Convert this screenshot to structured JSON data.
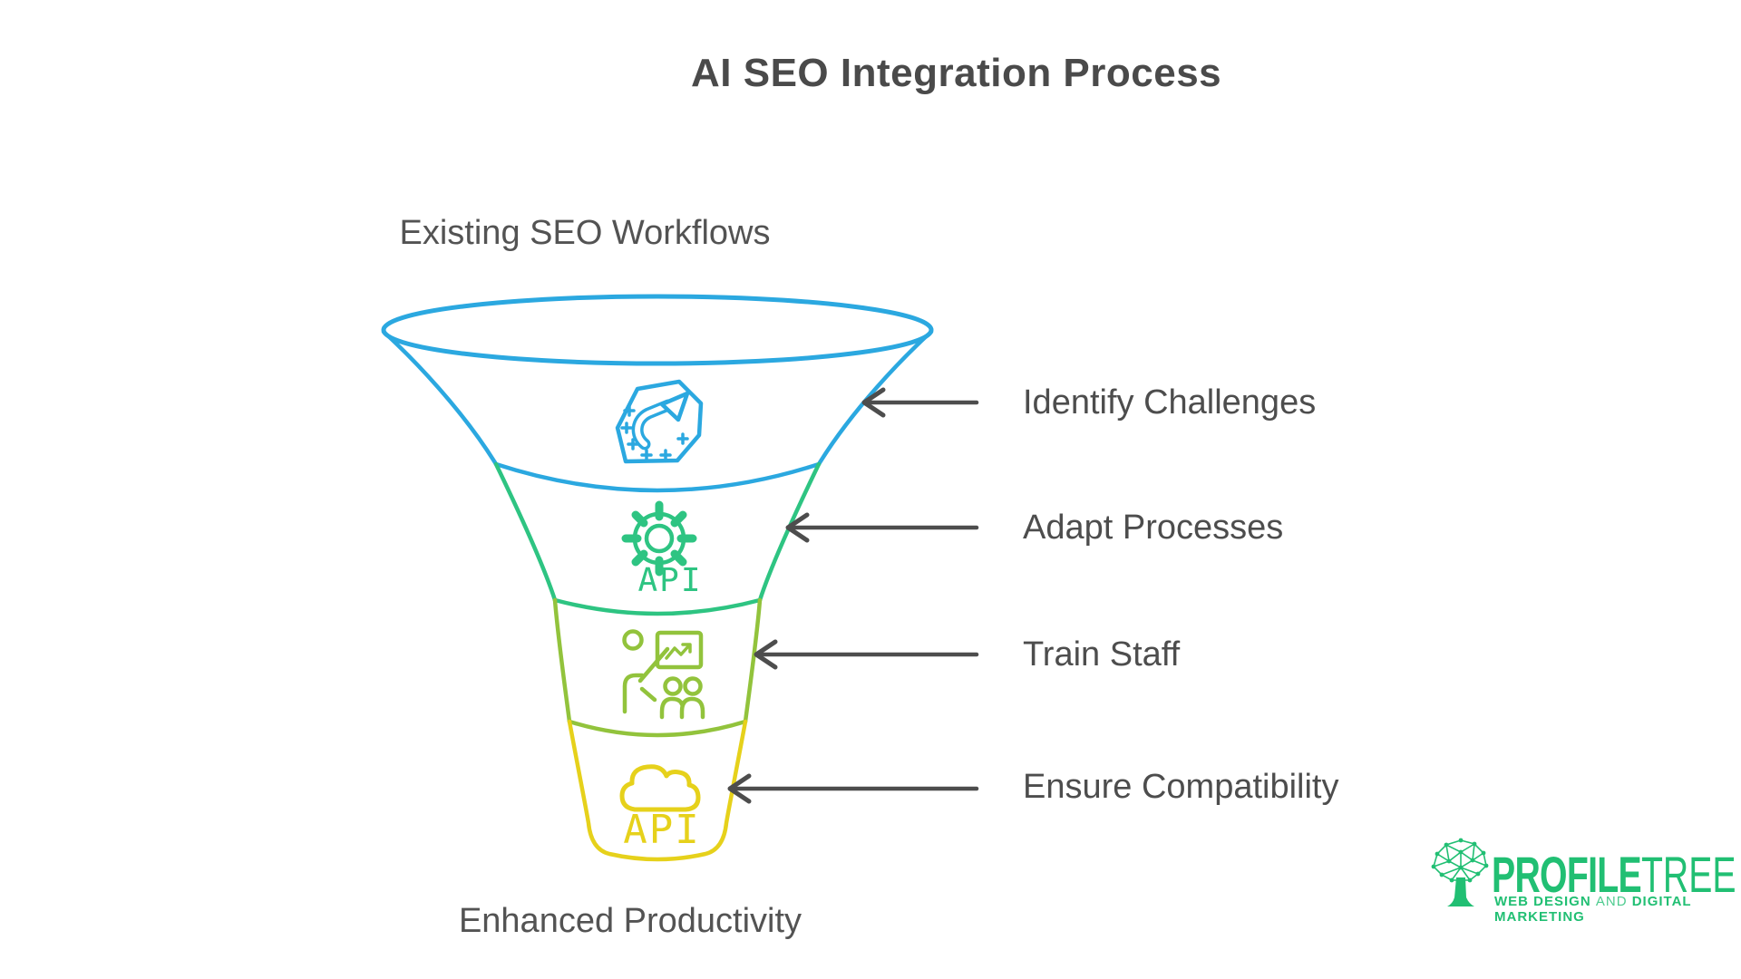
{
  "title": "AI SEO Integration Process",
  "funnel": {
    "top_label": "Existing SEO Workflows",
    "bottom_label": "Enhanced Productivity",
    "stages": [
      {
        "label": "Identify Challenges",
        "icon": "sparkle-arrow-icon",
        "color": "#2BA8E0"
      },
      {
        "label": "Adapt Processes",
        "icon": "gear-api-icon",
        "color": "#2EC482",
        "icon_text": "API"
      },
      {
        "label": "Train Staff",
        "icon": "training-icon",
        "color": "#92C33C"
      },
      {
        "label": "Ensure Compatibility",
        "icon": "cloud-api-icon",
        "color": "#E6D11B",
        "icon_text": "API"
      }
    ]
  },
  "arrow_color": "#4D4D4D",
  "title_color": "#4A4A4A",
  "text_color": "#4D4D4D",
  "logo": {
    "color": "#21BF73",
    "brand_primary": "PROFILE",
    "brand_secondary": "TREE",
    "tagline_part_1": "WEB DESIGN",
    "tagline_part_2": "AND",
    "tagline_part_3": "DIGITAL MARKETING"
  }
}
